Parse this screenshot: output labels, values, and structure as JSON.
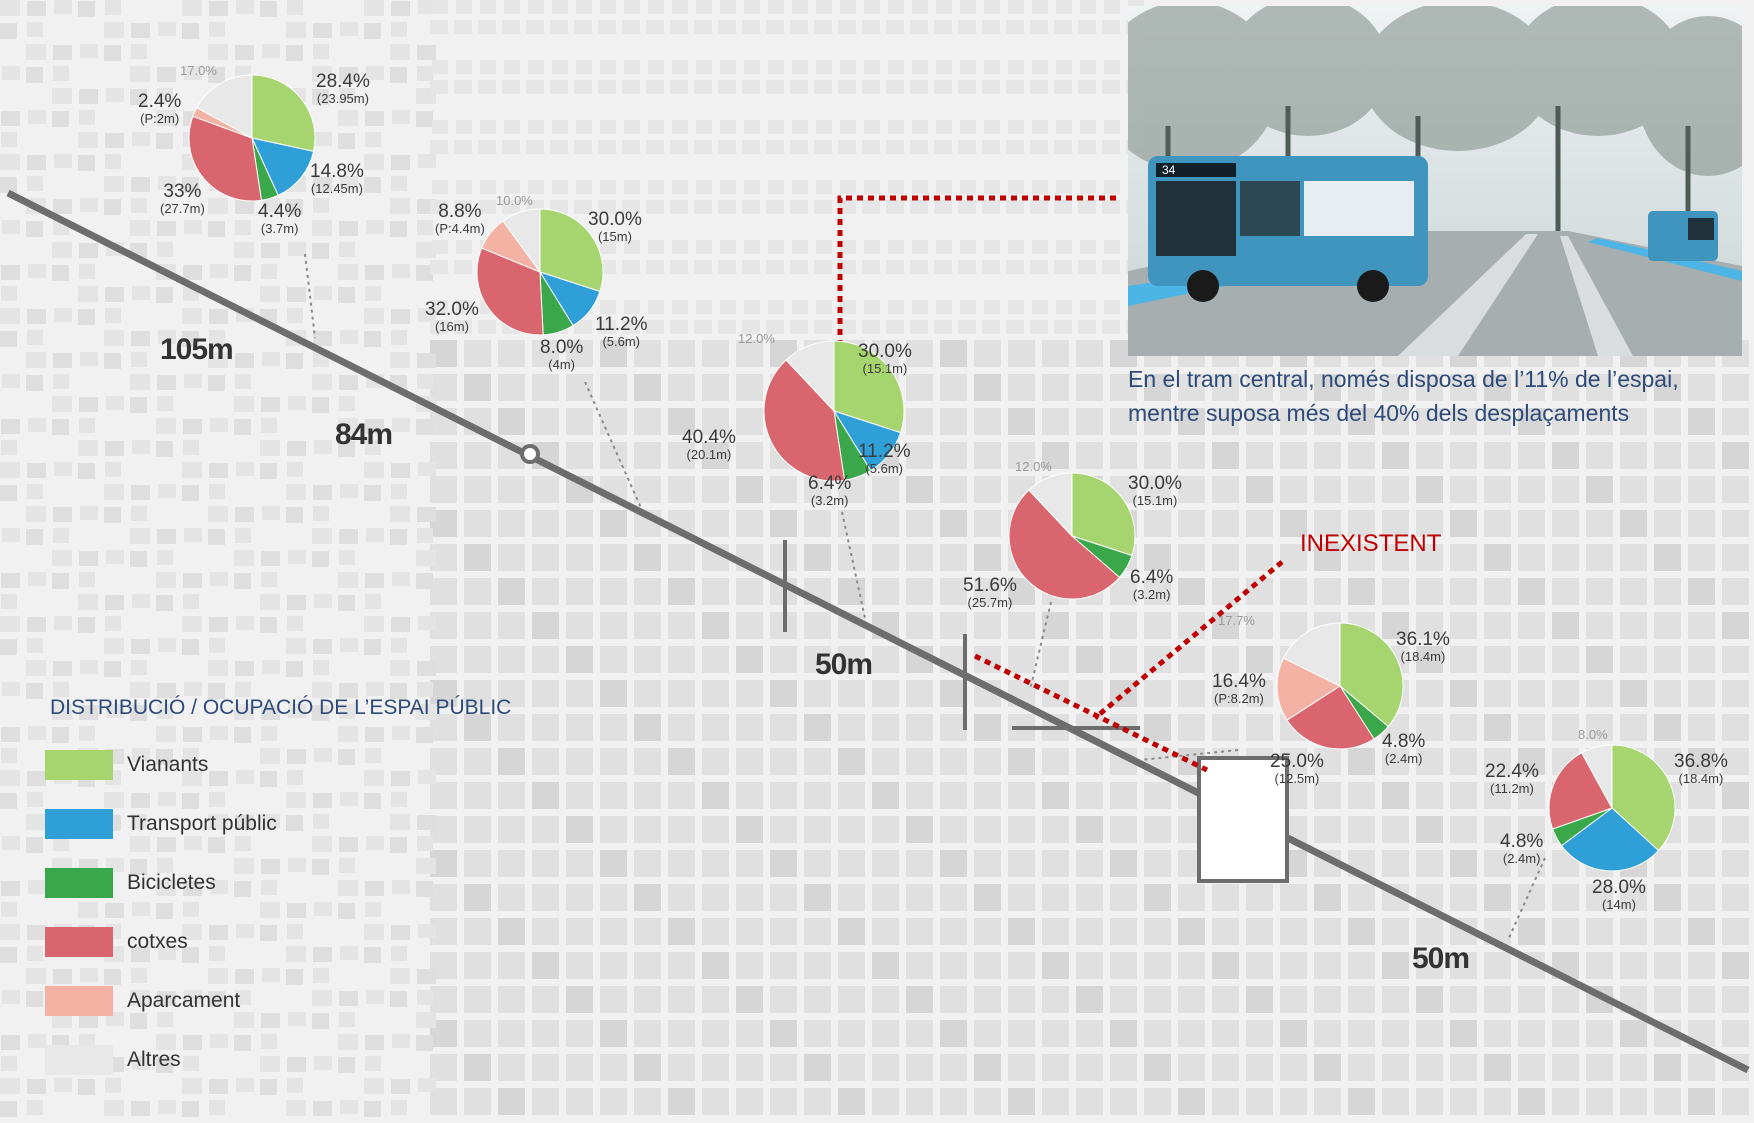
{
  "legend": {
    "title": "DISTRIBUCIÓ / OCUPACIÓ DE L’ESPAI PÚBLIC",
    "items": [
      {
        "label": "Vianants",
        "color": "#a6d46e"
      },
      {
        "label": "Transport públic",
        "color": "#2f9fd8"
      },
      {
        "label": "Bicicletes",
        "color": "#3aa84a"
      },
      {
        "label": "cotxes",
        "color": "#d9666f"
      },
      {
        "label": "Aparcament",
        "color": "#f4b2a4"
      },
      {
        "label": "Altres",
        "color": "#e8e8e8"
      }
    ]
  },
  "distances": [
    "105m",
    "84m",
    "50m",
    "50m"
  ],
  "caption": {
    "line1": "En el tram central, només disposa  de l’11% de l’espai,",
    "line2": "mentre suposa  més del 40% dels desplaçaments"
  },
  "annotation": "INEXISTENT",
  "photo": {
    "description_icon": "bus-photo",
    "bus_route": "34"
  },
  "chart_data": [
    {
      "type": "pie",
      "slices": [
        {
          "category": "Vianants",
          "value": 28.4,
          "label": "28.4%",
          "sub": "(23.95m)"
        },
        {
          "category": "Transport públic",
          "value": 14.8,
          "label": "14.8%",
          "sub": "(12.45m)"
        },
        {
          "category": "Bicicletes",
          "value": 4.4,
          "label": "4.4%",
          "sub": "(3.7m)"
        },
        {
          "category": "cotxes",
          "value": 33,
          "label": "33%",
          "sub": "(27.7m)"
        },
        {
          "category": "Aparcament",
          "value": 2.4,
          "label": "2.4%",
          "sub": "(P:2m)"
        },
        {
          "category": "Altres",
          "value": 17.0,
          "label": "17.0%",
          "sub": ""
        }
      ]
    },
    {
      "type": "pie",
      "slices": [
        {
          "category": "Vianants",
          "value": 30.0,
          "label": "30.0%",
          "sub": "(15m)"
        },
        {
          "category": "Transport públic",
          "value": 11.2,
          "label": "11.2%",
          "sub": "(5.6m)"
        },
        {
          "category": "Bicicletes",
          "value": 8.0,
          "label": "8.0%",
          "sub": "(4m)"
        },
        {
          "category": "cotxes",
          "value": 32.0,
          "label": "32.0%",
          "sub": "(16m)"
        },
        {
          "category": "Aparcament",
          "value": 8.8,
          "label": "8.8%",
          "sub": "(P:4.4m)"
        },
        {
          "category": "Altres",
          "value": 10.0,
          "label": "10.0%",
          "sub": ""
        }
      ]
    },
    {
      "type": "pie",
      "slices": [
        {
          "category": "Vianants",
          "value": 30.0,
          "label": "30.0%",
          "sub": "(15.1m)"
        },
        {
          "category": "Transport públic",
          "value": 11.2,
          "label": "11.2%",
          "sub": "(5.6m)"
        },
        {
          "category": "Bicicletes",
          "value": 6.4,
          "label": "6.4%",
          "sub": "(3.2m)"
        },
        {
          "category": "cotxes",
          "value": 40.4,
          "label": "40.4%",
          "sub": "(20.1m)"
        },
        {
          "category": "Altres",
          "value": 12.0,
          "label": "12.0%",
          "sub": ""
        }
      ]
    },
    {
      "type": "pie",
      "slices": [
        {
          "category": "Vianants",
          "value": 30.0,
          "label": "30.0%",
          "sub": "(15.1m)"
        },
        {
          "category": "Bicicletes",
          "value": 6.4,
          "label": "6.4%",
          "sub": "(3.2m)"
        },
        {
          "category": "cotxes",
          "value": 51.6,
          "label": "51.6%",
          "sub": "(25.7m)"
        },
        {
          "category": "Altres",
          "value": 12.0,
          "label": "12.0%",
          "sub": ""
        }
      ]
    },
    {
      "type": "pie",
      "slices": [
        {
          "category": "Vianants",
          "value": 36.1,
          "label": "36.1%",
          "sub": "(18.4m)"
        },
        {
          "category": "Bicicletes",
          "value": 4.8,
          "label": "4.8%",
          "sub": "(2.4m)"
        },
        {
          "category": "cotxes",
          "value": 25.0,
          "label": "25.0%",
          "sub": "(12.5m)"
        },
        {
          "category": "Aparcament",
          "value": 16.4,
          "label": "16.4%",
          "sub": "(P:8.2m)"
        },
        {
          "category": "Altres",
          "value": 17.7,
          "label": "17.7%",
          "sub": ""
        }
      ]
    },
    {
      "type": "pie",
      "slices": [
        {
          "category": "Vianants",
          "value": 36.8,
          "label": "36.8%",
          "sub": "(18.4m)"
        },
        {
          "category": "Transport públic",
          "value": 28.0,
          "label": "28.0%",
          "sub": "(14m)"
        },
        {
          "category": "Bicicletes",
          "value": 4.8,
          "label": "4.8%",
          "sub": "(2.4m)"
        },
        {
          "category": "cotxes",
          "value": 22.4,
          "label": "22.4%",
          "sub": "(11.2m)"
        },
        {
          "category": "Altres",
          "value": 8.0,
          "label": "8.0%",
          "sub": ""
        }
      ]
    }
  ]
}
